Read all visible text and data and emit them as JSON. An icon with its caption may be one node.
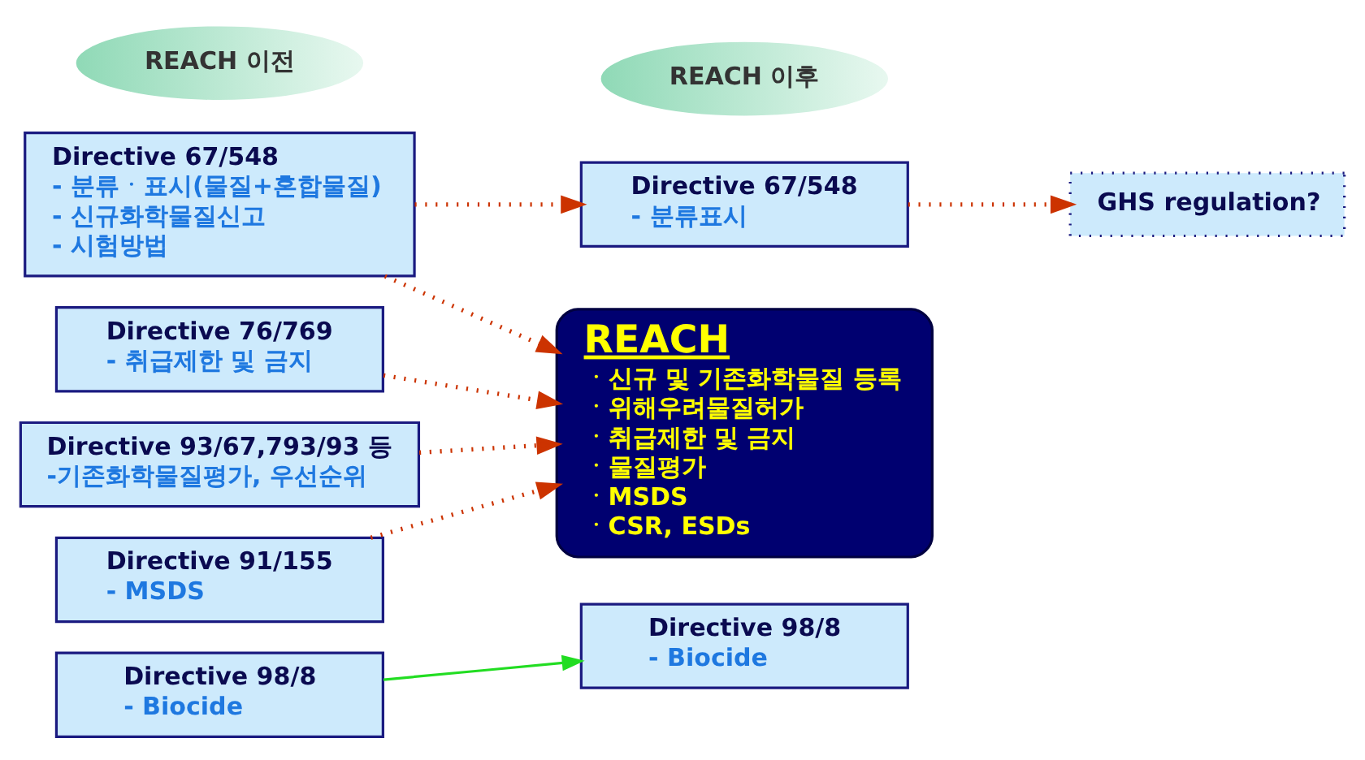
{
  "diagram": {
    "nodes": [
      {
        "text": [
          "REACH 이전"
        ]
      },
      {
        "text": [
          "REACH 이후"
        ]
      },
      {
        "text": [
          "Directive 67/548",
          "- 분류ㆍ표시(물질+혼합물질)",
          "- 신규화학물질신고",
          "- 시험방법"
        ]
      },
      {
        "text": [
          "Directive 76/769",
          "- 취급제한 및 금지"
        ]
      },
      {
        "text": [
          "Directive 93/67,793/93 등",
          "-기존화학물질평가, 우선순위"
        ]
      },
      {
        "text": [
          "Directive 91/155",
          "- MSDS"
        ]
      },
      {
        "text": [
          "Directive 98/8",
          "- Biocide"
        ]
      },
      {
        "text": [
          "Directive 67/548",
          "- 분류표시"
        ]
      },
      {
        "text": [
          "GHS regulation?"
        ]
      },
      {
        "text": [
          "REACH",
          "ㆍ신규 및 기존화학물질 등록",
          "ㆍ위해우려물질허가",
          "ㆍ취급제한 및 금지",
          "ㆍ물질평가",
          "ㆍMSDS",
          "ㆍCSR, ESDs"
        ]
      },
      {
        "text": [
          "Directive 98/8",
          "- Biocide"
        ]
      }
    ],
    "edges": [
      {
        "from": 2,
        "to": 7,
        "arrow": "to",
        "style": "dashed"
      },
      {
        "from": 7,
        "to": 8,
        "arrow": "to",
        "style": "dashed"
      },
      {
        "from": 2,
        "to": 9,
        "arrow": "to",
        "style": "dashed"
      },
      {
        "from": 3,
        "to": 9,
        "arrow": "to",
        "style": "dashed"
      },
      {
        "from": 4,
        "to": 9,
        "arrow": "to",
        "style": "dashed"
      },
      {
        "from": 5,
        "to": 9,
        "arrow": "to",
        "style": "dashed"
      },
      {
        "from": 6,
        "to": 10,
        "arrow": "to",
        "color": "#22dd22"
      }
    ]
  }
}
